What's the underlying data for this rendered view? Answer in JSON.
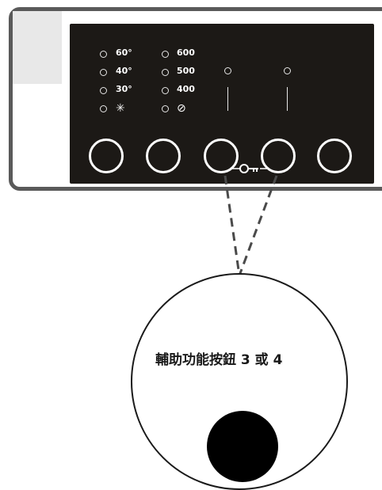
{
  "colors": {
    "panel": "#1c1916",
    "frame": "#5a5a5a",
    "foreground": "#ffffff",
    "callout": "#1a1a1a"
  },
  "temperature_options": [
    {
      "label": "60°",
      "icon": "indicator-light"
    },
    {
      "label": "40°",
      "icon": "indicator-light"
    },
    {
      "label": "30°",
      "icon": "indicator-light"
    },
    {
      "label": "✳",
      "icon": "indicator-light",
      "meaning": "cold-wash-icon"
    }
  ],
  "spin_options": [
    {
      "label": "600",
      "icon": "indicator-light"
    },
    {
      "label": "500",
      "icon": "indicator-light"
    },
    {
      "label": "400",
      "icon": "indicator-light"
    },
    {
      "label": "⊘",
      "icon": "indicator-light",
      "meaning": "no-spin-icon"
    }
  ],
  "extra_indicators": [
    "indicator-light",
    "indicator-light"
  ],
  "buttons": [
    "button-1",
    "button-2",
    "button-3",
    "button-4",
    "button-5"
  ],
  "lock_icon": "key-icon",
  "callout": {
    "text": "輔助功能按鈕 3 或 4"
  }
}
